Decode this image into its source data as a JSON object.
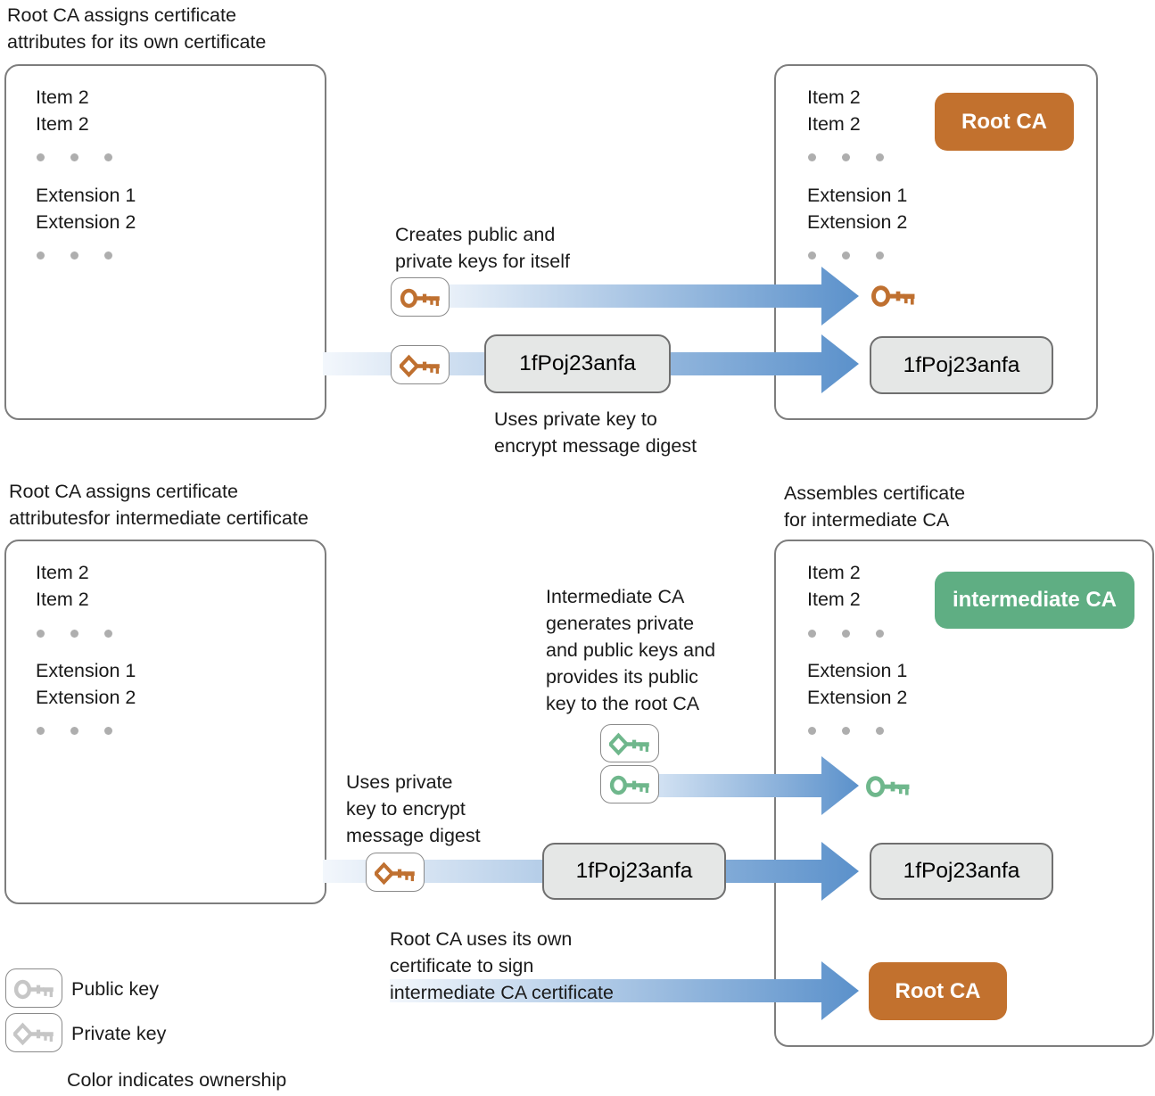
{
  "colors": {
    "root_ca_badge": "#C2712E",
    "intermediate_badge": "#5FAE83",
    "key_orange": "#BF7030",
    "key_green": "#6FB78C",
    "key_gray": "#C6C6C6",
    "arrow_light": "#F3F7FC",
    "arrow_dark": "#5B91CB"
  },
  "icons": {
    "public_key": "ring-key-icon",
    "private_key": "diamond-key-icon"
  },
  "top": {
    "note_left": "Root CA assigns certificate\nattributes for its own certificate",
    "left_cert": {
      "item1": "Item 2",
      "item2": "Item 2",
      "ext1": "Extension 1",
      "ext2": "Extension 2"
    },
    "right_cert": {
      "item1": "Item 2",
      "item2": "Item 2",
      "badge": "Root CA",
      "ext1": "Extension 1",
      "ext2": "Extension 2",
      "signature": "1fPoj23anfa"
    },
    "creates_label": "Creates public and\nprivate keys for itself",
    "signature_value": "1fPoj23anfa",
    "encrypt_label": "Uses private key to\nencrypt message digest"
  },
  "bottom": {
    "note_left": "Root CA assigns certificate\nattributesfor intermediate certificate",
    "note_right": "Assembles certificate\nfor intermediate CA",
    "left_cert": {
      "item1": "Item 2",
      "item2": "Item 2",
      "ext1": "Extension 1",
      "ext2": "Extension 2"
    },
    "right_cert": {
      "item1": "Item 2",
      "item2": "Item 2",
      "badge": "intermediate CA",
      "ext1": "Extension 1",
      "ext2": "Extension 2",
      "signature": "1fPoj23anfa",
      "signer_badge": "Root CA"
    },
    "generates_label": "Intermediate CA\ngenerates private\nand public keys and\nprovides its public\nkey to the root CA",
    "encrypt_label": "Uses private\nkey to encrypt\nmessage digest",
    "signature_value": "1fPoj23anfa",
    "sign_label": "Root CA uses its own\ncertificate to sign\nintermediate CA certificate"
  },
  "legend": {
    "public_key": "Public key",
    "private_key": "Private key",
    "ownership": "Color indicates ownership"
  }
}
